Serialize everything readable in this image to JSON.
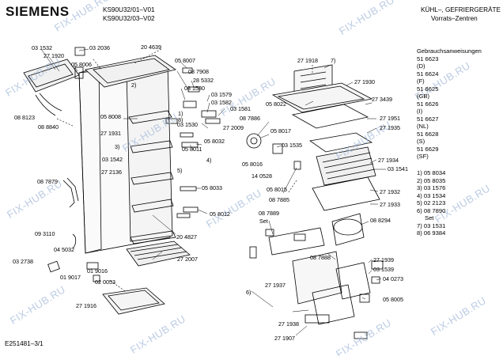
{
  "header": {
    "brand": "SIEMENS",
    "model_line_1": "KS90U32/01–V01",
    "model_line_2": "KS90U32/03–V02",
    "category_line_1": "KÜHL–, GEFRIERGERÄTE",
    "category_line_2": "Vorrats–Zentren"
  },
  "footer": {
    "doc_code": "E251481–3/1"
  },
  "watermark": {
    "text": "FIX-HUB.RU"
  },
  "manuals": {
    "title": "Gebrauchsanweisungen",
    "entries": [
      "51 6623",
      "(D)",
      "51 6624",
      "(F)",
      "51 6625",
      "(GB)",
      "51 6626",
      "(I)",
      "51 6627",
      "(NL)",
      "51 6628",
      "(S)",
      "51 6629",
      "(SF)"
    ]
  },
  "notes": {
    "entries": [
      "1) 05 8034",
      "2) 05 8035",
      "3) 03 1576",
      "4) 03 1534",
      "5) 02 2123",
      "6) 08 7890",
      "Set",
      "7) 03 1531",
      "8) 06 9384"
    ]
  },
  "parts": [
    "03 1532",
    "27 1920",
    "03 2036",
    "20 4639",
    "05 8006",
    "05 8007",
    "08 7908",
    "28 5332",
    "03 1580",
    "03 1579",
    "03 1582",
    "03 1581",
    "08 8123",
    "08 8840",
    "05 8008",
    "03 1530",
    "27 2009",
    "27 1931",
    "05 8032",
    "05 8011",
    "3)",
    "03 1542",
    "27 2136",
    "5)",
    "4)",
    "05 8033",
    "05 8012",
    "08 7879",
    "09 3110",
    "04 5032",
    "20 4827",
    "27 2007",
    "03 2738",
    "01 9017",
    "01 9016",
    "02 0053",
    "27 1916",
    "08 7886",
    "05 8017",
    "05 8022",
    "03 1535",
    "05 8016",
    "14 0528",
    "05 8015",
    "08 7885",
    "27 1918",
    "7)",
    "27 1930",
    "27 3439",
    "27 1951",
    "27 1935",
    "27 1934",
    "03 1541",
    "27 1932",
    "27 1933",
    "08 8294",
    "08 7889",
    "Set",
    "08 7888",
    "27 1939",
    "03 1539",
    "04 0273",
    "27 1937",
    "6)",
    "05 8005",
    "27 1938",
    "27 1907",
    "2)",
    "1)",
    "8)"
  ]
}
